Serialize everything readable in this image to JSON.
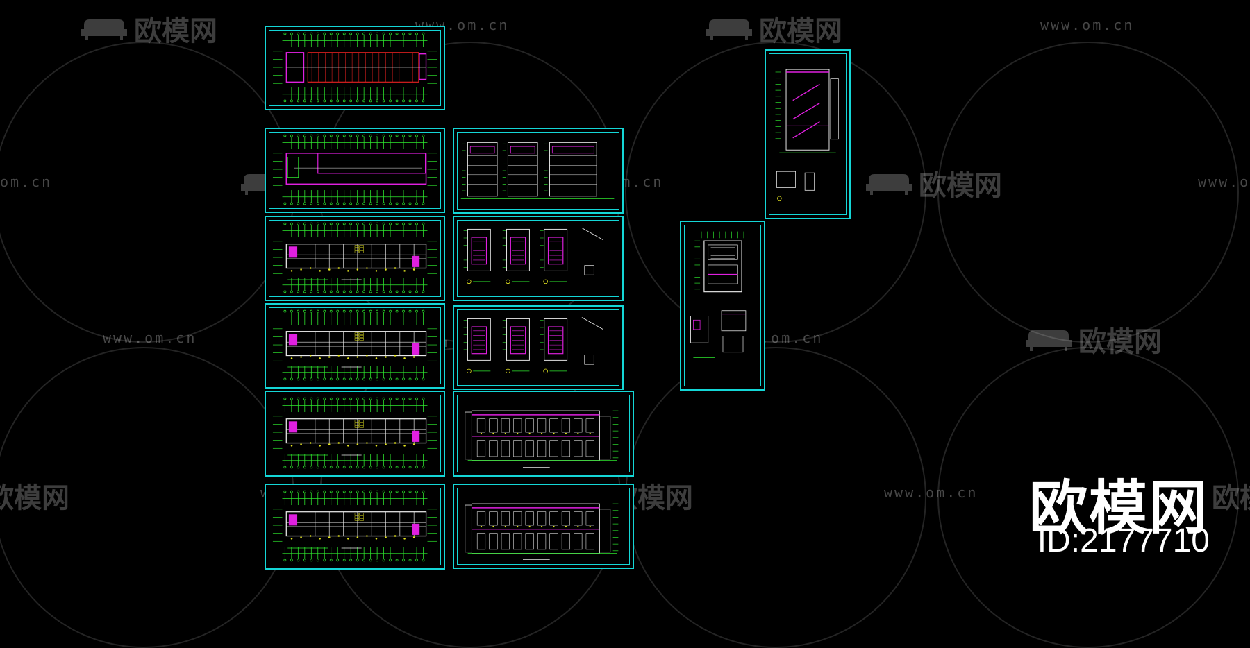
{
  "watermark": {
    "logo_text": "欧模网",
    "url_text": "www.om.cn",
    "url_fragment": "om.cn",
    "logo_fragment": "欧模网"
  },
  "brand": {
    "title": "欧模网",
    "id_label": "ID:2177710"
  },
  "colors": {
    "background": "#000000",
    "frame": "#14d6d6",
    "cad_green": "#2ee82e",
    "cad_magenta": "#e020e0",
    "cad_red": "#e02020",
    "cad_yellow": "#e8e820",
    "cad_white": "#e8e8e8"
  },
  "sheets": [
    {
      "id": "plan-roof",
      "kind": "plan"
    },
    {
      "id": "plan-1",
      "kind": "plan"
    },
    {
      "id": "plan-2",
      "kind": "plan"
    },
    {
      "id": "plan-3",
      "kind": "plan"
    },
    {
      "id": "plan-4",
      "kind": "plan"
    },
    {
      "id": "plan-5",
      "kind": "plan"
    },
    {
      "id": "section-a",
      "kind": "section"
    },
    {
      "id": "detail-a",
      "kind": "detail"
    },
    {
      "id": "detail-b",
      "kind": "detail"
    },
    {
      "id": "elevation-a",
      "kind": "elevation"
    },
    {
      "id": "elevation-b",
      "kind": "elevation"
    },
    {
      "id": "stair-section",
      "kind": "stair"
    },
    {
      "id": "stair-plan",
      "kind": "stair-plan"
    }
  ]
}
